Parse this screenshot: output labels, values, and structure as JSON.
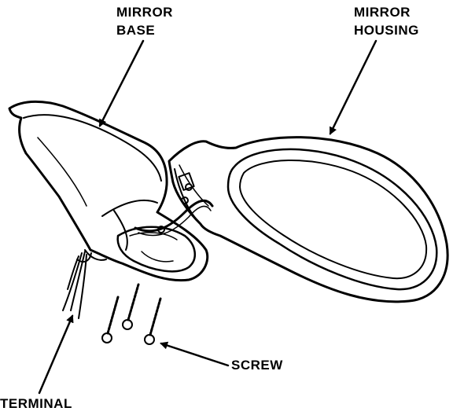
{
  "labels": {
    "mirror_base_line1": "MIRROR",
    "mirror_base_line2": "BASE",
    "mirror_housing_line1": "MIRROR",
    "mirror_housing_line2": "HOUSING",
    "screw": "SCREW",
    "terminal": "TERMINAL"
  },
  "colors": {
    "ink": "#000000",
    "paper": "#ffffff"
  }
}
